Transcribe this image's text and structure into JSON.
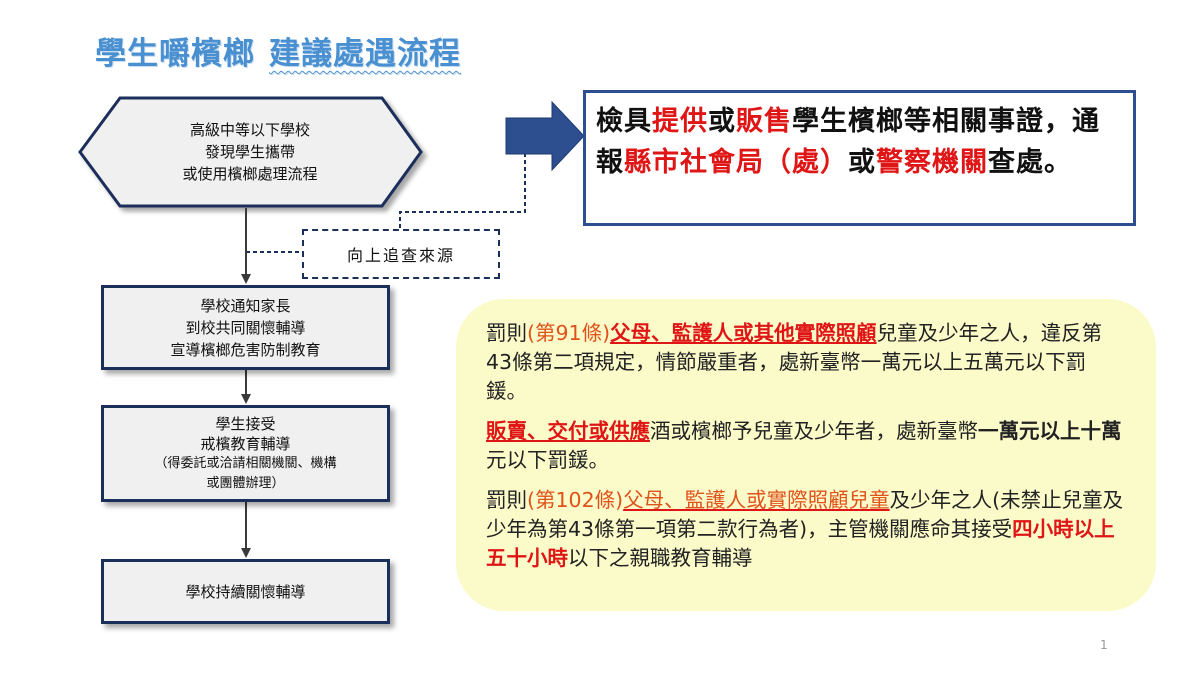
{
  "title": {
    "part1": "學生嚼檳榔",
    "part2": "建議處遇流程"
  },
  "flow": {
    "start": {
      "lines": [
        "高級中等以下學校",
        "發現學生攜帶",
        "或使用檳榔處理流程"
      ]
    },
    "trace_source": "向上追查來源",
    "step1": {
      "lines": [
        "學校通知家長",
        "到校共同關懷輔導",
        "宣導檳榔危害防制教育"
      ]
    },
    "step2": {
      "lines": [
        "學生接受",
        "戒檳教育輔導",
        "（得委託或洽請相關機關、機構",
        "或團體辦理）"
      ]
    },
    "step3": {
      "lines": [
        "學校持續關懷輔導"
      ]
    }
  },
  "notice": {
    "s1": "檢具",
    "s2": "提供",
    "s3": "或",
    "s4": "販售",
    "s5": "學生檳榔等相關事證，通報",
    "s6": "縣市社會局（處）",
    "s7": "或",
    "s8": "警察機關",
    "s9": "查處。"
  },
  "penalty": {
    "p1": {
      "a": "罰則",
      "b": "(第91條)",
      "c": "父母、監護人或其他實際照顧",
      "d": "兒童及少年之人，違反第43條第二項規定，情節嚴重者，處新臺幣一萬元以上五萬元以下罰鍰。"
    },
    "p2": {
      "a": "販賣、交付或供應",
      "b": "酒或檳榔予兒童及少年者，處新臺幣",
      "c": "一萬元以上十萬",
      "d": "元以下罰鍰。"
    },
    "p3": {
      "a": "罰則",
      "b": "(第102條)",
      "c": "父母、監護人或實際照顧兒童",
      "d": "及少年之人(未禁止兒童及少年為第43條第一項第二款行為者)，主管機關應命其接受",
      "e": "四小時以上五十小時",
      "f": "以下之親職教育輔導"
    }
  },
  "page_number": "1",
  "colors": {
    "title": "#4a90d0",
    "box_border": "#1a2f5a",
    "arrow": "#2e4f8f",
    "highlight_red": "#e01515",
    "article_orange": "#e0521c",
    "penalty_bg": "#fbfbca"
  }
}
